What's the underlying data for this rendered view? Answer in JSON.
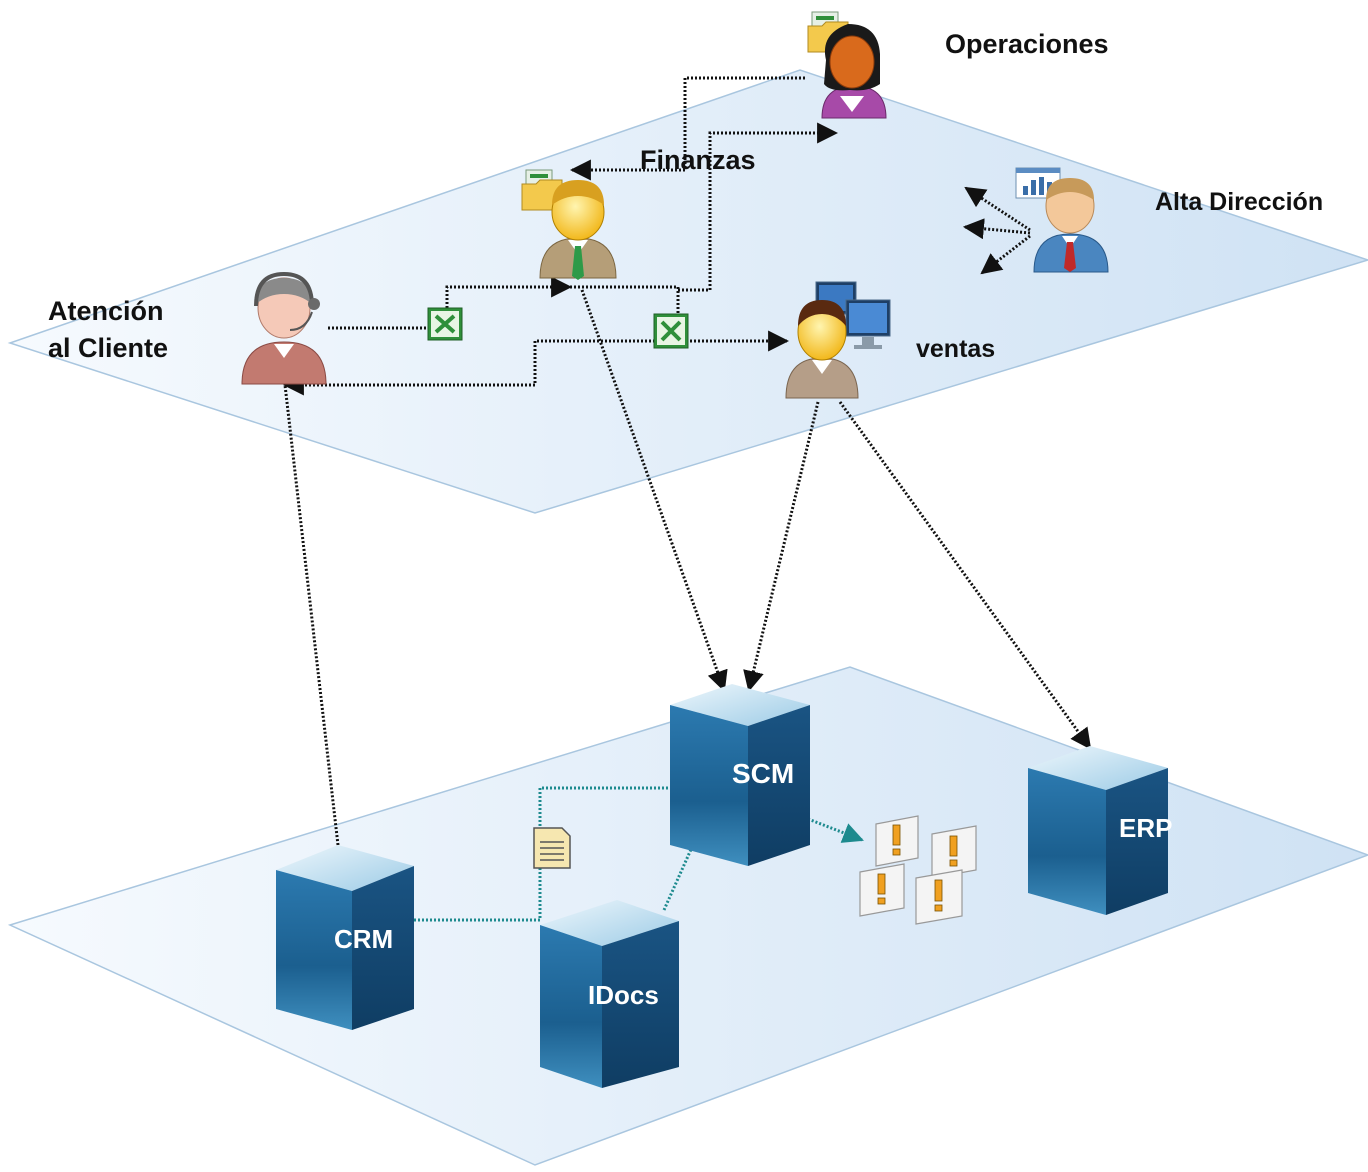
{
  "labels": {
    "operaciones": "Operaciones",
    "finanzas": "Finanzas",
    "alta_direccion": "Alta Dirección",
    "atencion_line1": "Atención",
    "atencion_line2": "al Cliente",
    "ventas": "ventas"
  },
  "systems": {
    "scm": "SCM",
    "erp": "ERP",
    "crm": "CRM",
    "idocs": "IDocs"
  },
  "colors": {
    "plane_edge": "#9cbddb",
    "plane_fill": "#e2eef9",
    "server_side": "#1a5a85",
    "server_top": "#cfe6f4",
    "connector": "#111111",
    "data_flow": "#1d8a8e"
  },
  "icons": {
    "excel": "excel-icon",
    "folder": "folder-documents-icon",
    "chart": "chart-icon",
    "monitor": "monitor-icon",
    "document": "document-icon",
    "alert": "alert-icon",
    "headset": "headset-icon"
  }
}
